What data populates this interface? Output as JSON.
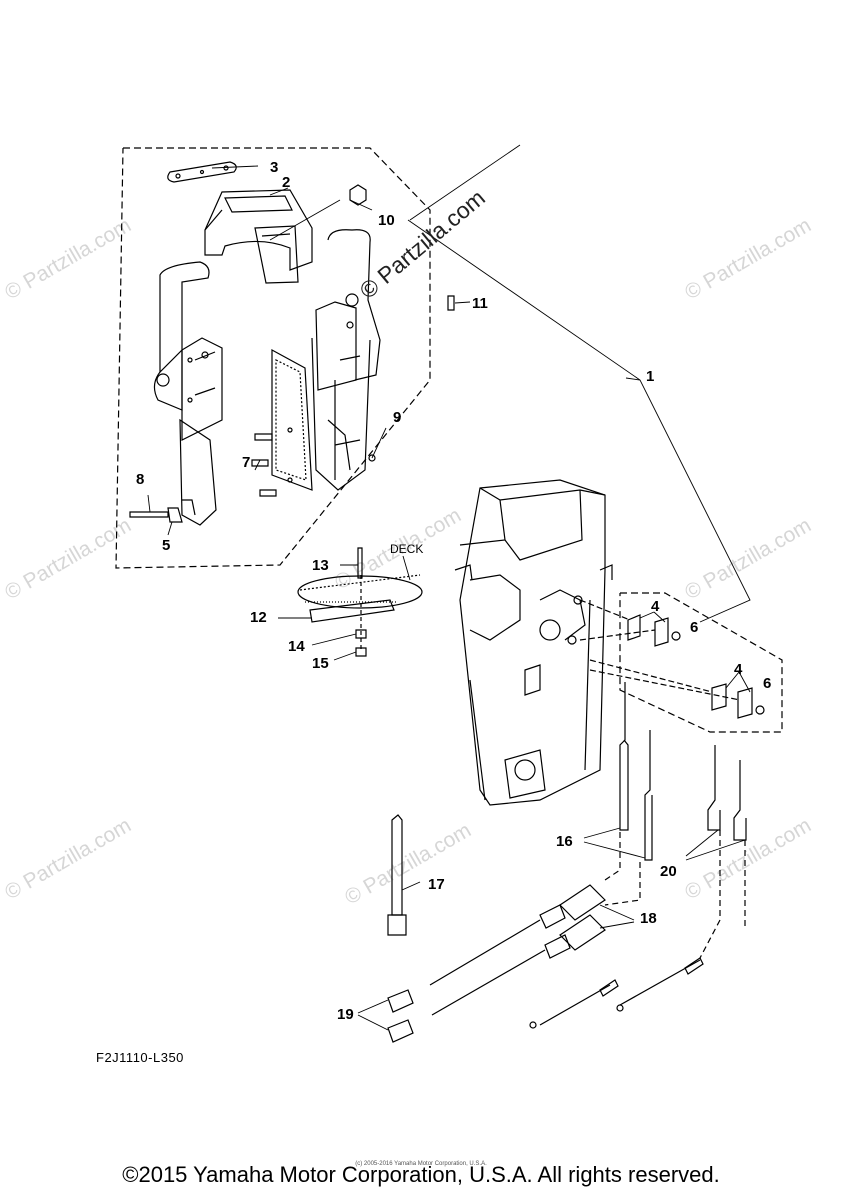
{
  "diagram": {
    "labels": {
      "p1": "1",
      "p2": "2",
      "p3": "3",
      "p4a": "4",
      "p4b": "4",
      "p5": "5",
      "p6a": "6",
      "p6b": "6",
      "p7": "7",
      "p8": "8",
      "p9": "9",
      "p10": "10",
      "p11": "11",
      "p12": "12",
      "p13": "13",
      "p14": "14",
      "p15": "15",
      "p16": "16",
      "p17": "17",
      "p18": "18",
      "p19": "19",
      "p20": "20"
    },
    "deck_label": "DECK",
    "watermark_main": "© Partzilla.com",
    "watermark_repeat": "© Partzilla.com"
  },
  "footer": {
    "diagram_code": "F2J1110-L350",
    "small_copyright": "(c) 2005-2016 Yamaha Motor Corporation, U.S.A.",
    "copyright": "©2015 Yamaha Motor Corporation, U.S.A. All rights reserved."
  }
}
